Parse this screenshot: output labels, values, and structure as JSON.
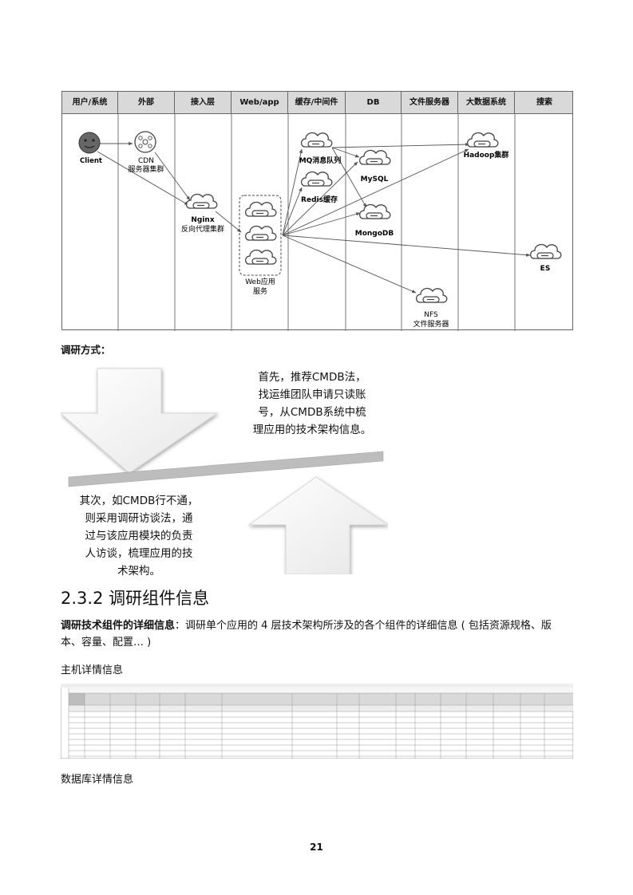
{
  "architecture": {
    "lanes": [
      "用户/系统",
      "外部",
      "接入层",
      "Web/app",
      "缓存/中间件",
      "DB",
      "文件服务器",
      "大数据系统",
      "搜索"
    ],
    "nodes": {
      "client": "Client",
      "cdn": [
        "CDN",
        "服务器集群"
      ],
      "nginx": [
        "Nginx",
        "反向代理集群"
      ],
      "web": [
        "Web应用",
        "服务"
      ],
      "mq": "MQ消息队列",
      "redis": "Redis缓存",
      "mysql": "MySQL",
      "mongodb": "MongoDB",
      "nfs": [
        "NFS",
        "文件服务器"
      ],
      "hadoop": "Hadoop集群",
      "es": "ES"
    }
  },
  "method_heading": "调研方式：",
  "method": {
    "first": [
      "首先，推荐CMDB法，",
      "找运维团队申请只读账",
      "号，从CMDB系统中梳",
      "理应用的技术架构信息。"
    ],
    "second": [
      "其次，如CMDB行不通，",
      "则采用调研访谈法，通",
      "过与该应用模块的负责",
      "人访谈，梳理应用的技",
      "术架构。"
    ]
  },
  "section_title": "2.3.2 调研组件信息",
  "detail": {
    "bold": "调研技术组件的详细信息",
    "text": "：调研单个应用的 4 层技术架构所涉及的各个组件的详细信息 ( 包括资源规格、版本、容量、配置… )"
  },
  "host_heading": "主机详情信息",
  "db_heading": "数据库详情信息",
  "page_number": "21",
  "colors": {
    "header_gray": "#d9d9d9",
    "border": "#666666",
    "diagram_line": "#555555"
  }
}
